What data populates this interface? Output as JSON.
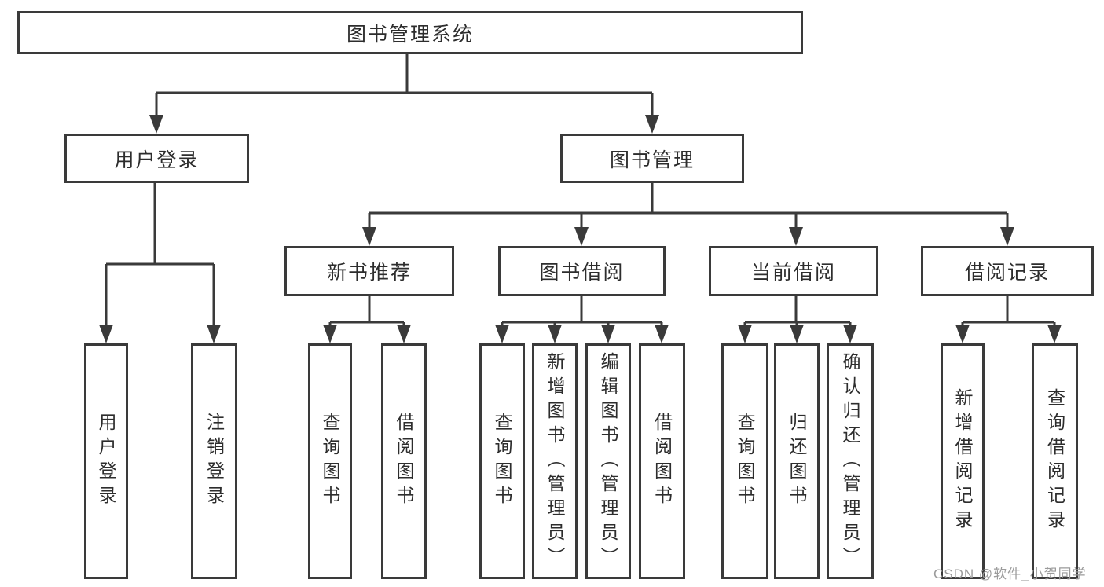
{
  "diagram": {
    "title_node": {
      "label": "图书管理系统"
    },
    "level2": [
      {
        "label": "用户登录"
      },
      {
        "label": "图书管理"
      }
    ],
    "level3": [
      {
        "label": "新书推荐"
      },
      {
        "label": "图书借阅"
      },
      {
        "label": "当前借阅"
      },
      {
        "label": "借阅记录"
      }
    ],
    "leaves": {
      "user_login": [
        "用户登录",
        "注销登录"
      ],
      "new_book": [
        "查询图书",
        "借阅图书"
      ],
      "book_borrow": [
        "查询图书",
        "新增图书（管理员）",
        "编辑图书（管理员）",
        "借阅图书"
      ],
      "current_borrow": [
        "查询图书",
        "归还图书",
        "确认归还（管理员）"
      ],
      "borrow_record": [
        "新增借阅记录",
        "查询借阅记录"
      ]
    },
    "colors": {
      "line": "#3a3a3a",
      "text": "#2d2d2d",
      "watermark": "#9b9b9b",
      "background": "#ffffff"
    }
  },
  "watermark": {
    "text": "CSDN @软件_小贺同学"
  }
}
